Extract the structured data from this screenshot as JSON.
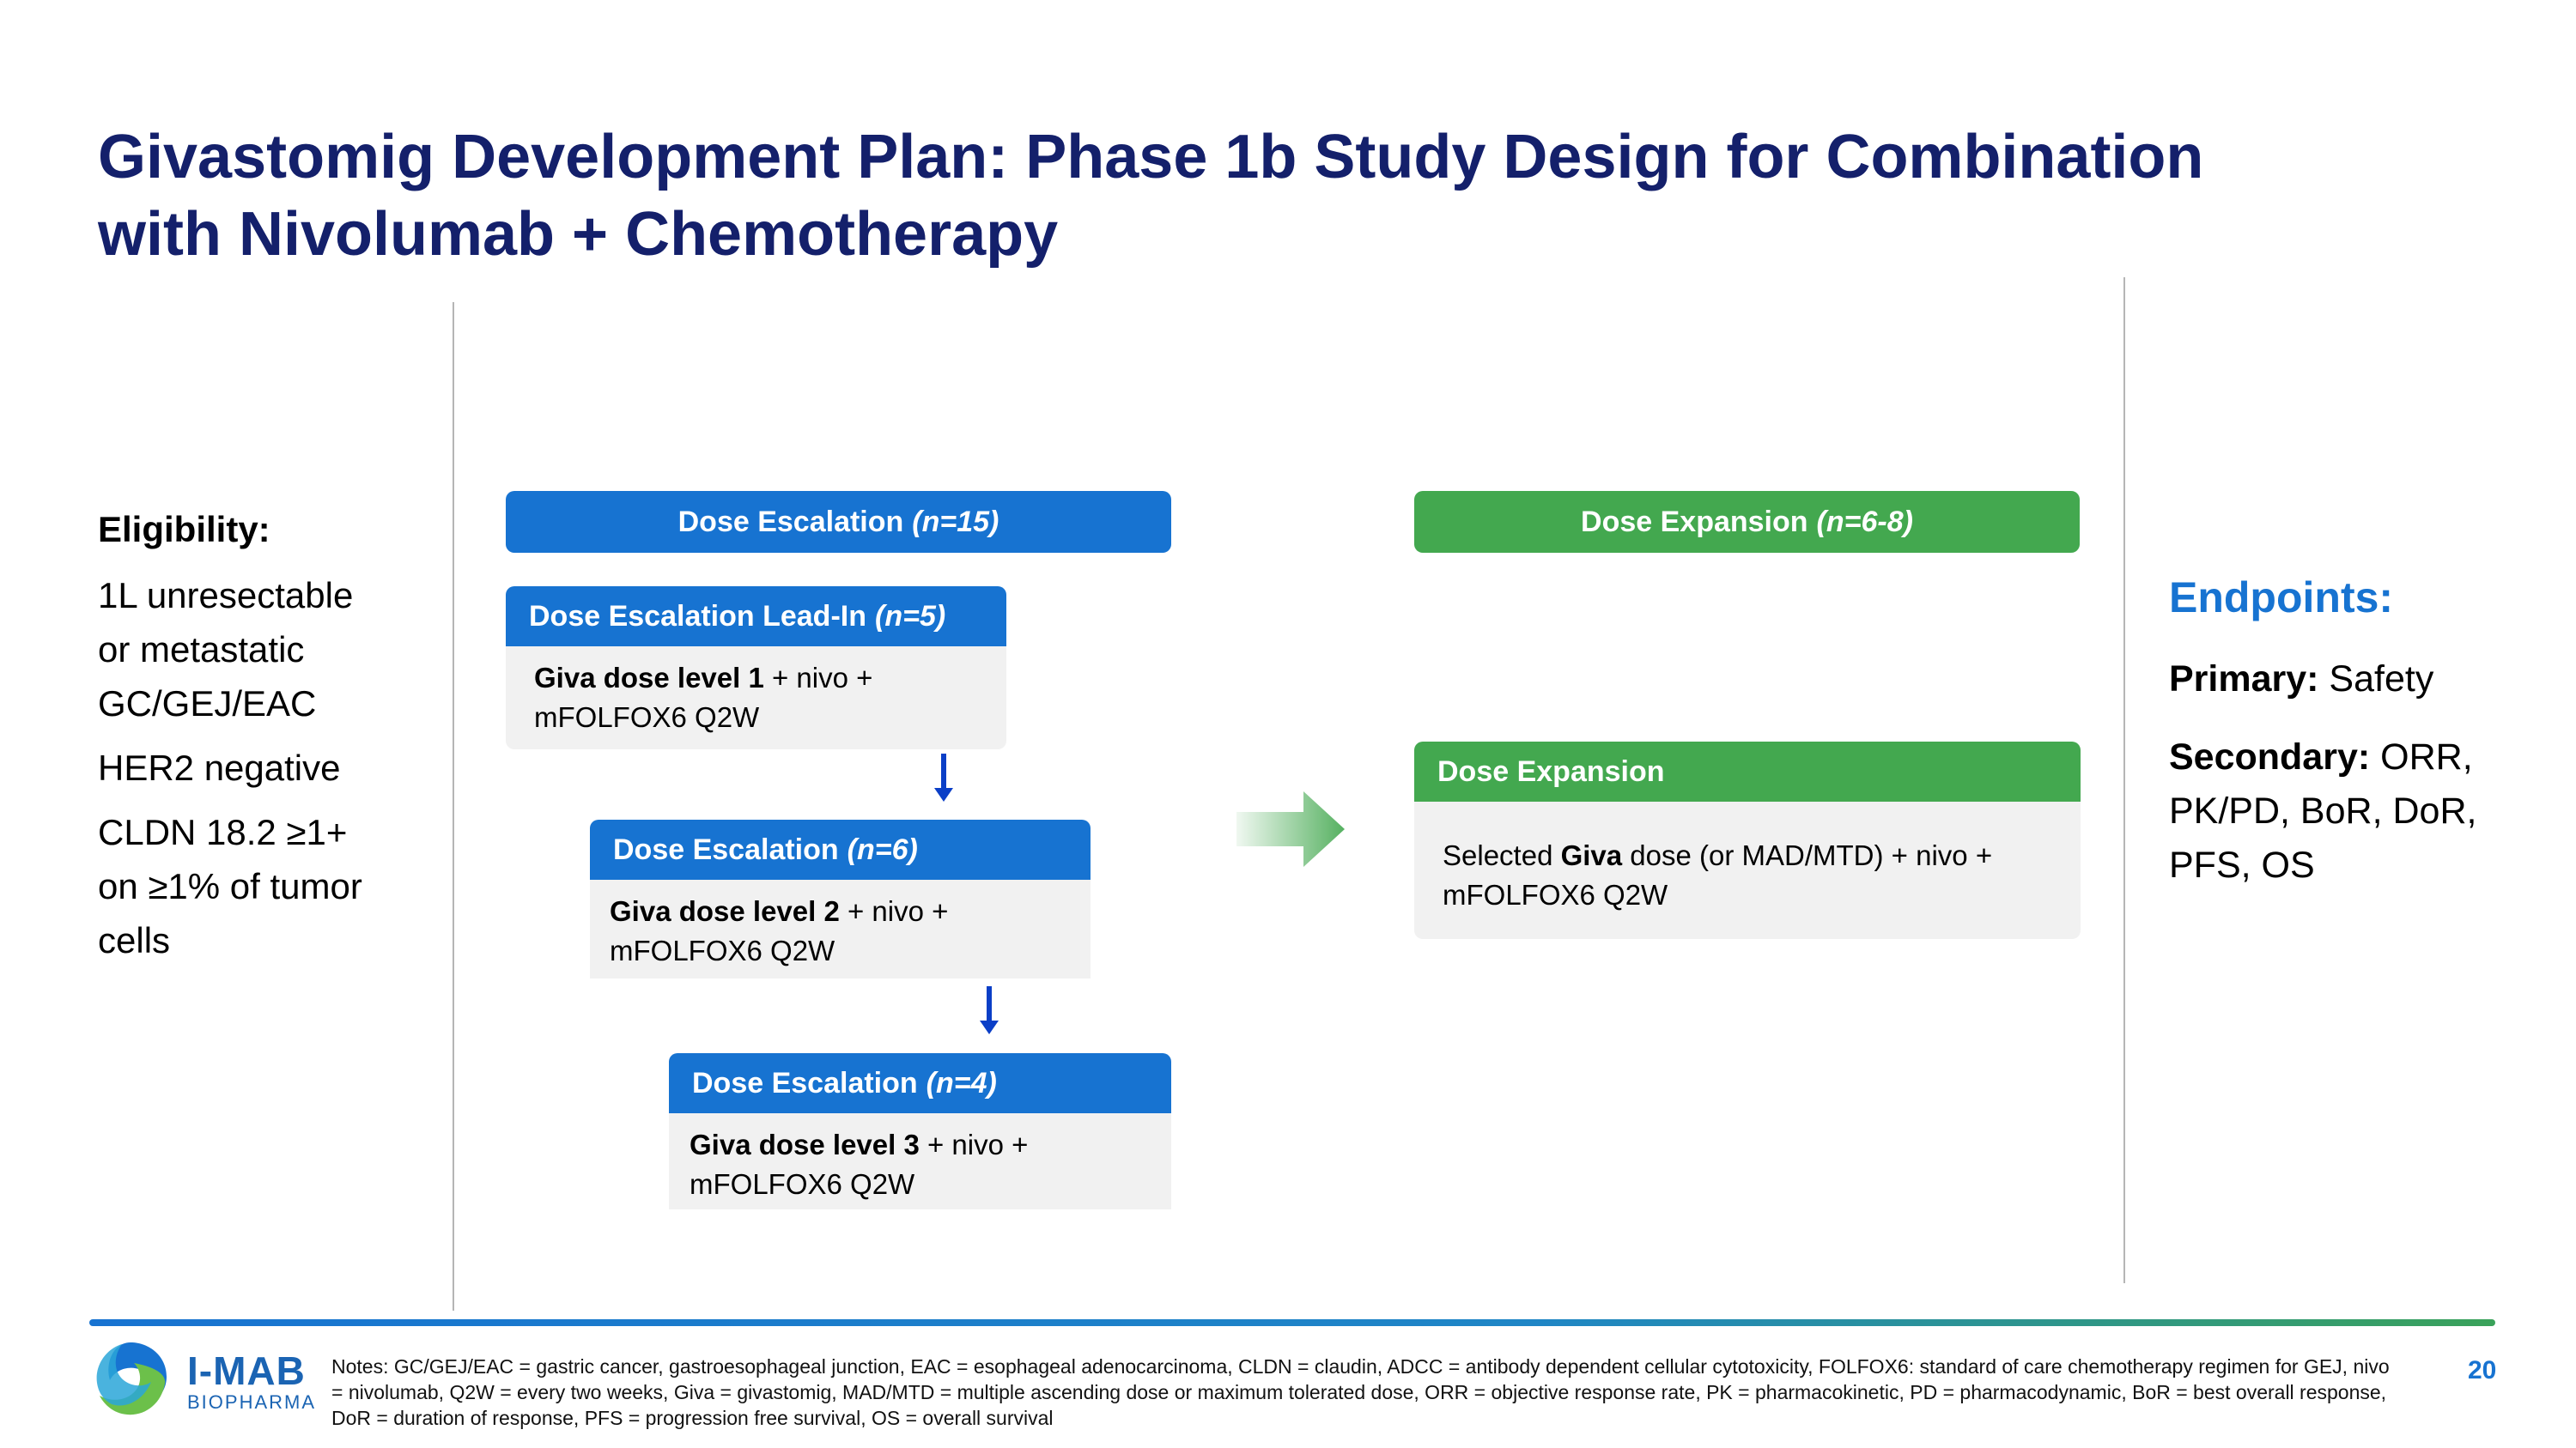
{
  "title": {
    "line1": "Givastomig Development Plan: Phase 1b Study Design for Combination",
    "line2": "with Nivolumab + Chemotherapy"
  },
  "eligibility": {
    "heading": "Eligibility:",
    "items": [
      "1L unresectable or metastatic GC/GEJ/EAC",
      "HER2 negative",
      "CLDN 18.2 ≥1+ on ≥1% of tumor cells"
    ]
  },
  "escalation_bar": {
    "label": "Dose Escalation",
    "n": "(n=15)"
  },
  "expansion_bar": {
    "label": "Dose Expansion",
    "n": "(n=6-8)"
  },
  "cards": [
    {
      "head": "Dose Escalation Lead-In",
      "n": "(n=5)",
      "bold": "Giva dose level 1",
      "rest": " + nivo +",
      "line2": "mFOLFOX6 Q2W"
    },
    {
      "head": "Dose Escalation",
      "n": "(n=6)",
      "bold": "Giva dose level 2",
      "rest": " + nivo +",
      "line2": "mFOLFOX6 Q2W"
    },
    {
      "head": "Dose Escalation",
      "n": "(n=4)",
      "bold": "Giva dose level 3",
      "rest": " + nivo +",
      "line2": "mFOLFOX6 Q2W"
    }
  ],
  "expansion_card": {
    "head": "Dose Expansion",
    "pre": "Selected ",
    "bold": "Giva",
    "rest": " dose (or MAD/MTD) + nivo +",
    "line2": "mFOLFOX6 Q2W"
  },
  "endpoints": {
    "heading": "Endpoints:",
    "primary_label": "Primary:",
    "primary_value": " Safety",
    "secondary_label": "Secondary:",
    "secondary_value": " ORR, PK/PD, BoR, DoR, PFS, OS"
  },
  "logo": {
    "name": "I-MAB",
    "sub": "BIOPHARMA"
  },
  "notes": "Notes: GC/GEJ/EAC = gastric cancer, gastroesophageal junction, EAC = esophageal adenocarcinoma, CLDN = claudin, ADCC = antibody dependent cellular cytotoxicity, FOLFOX6: standard of care chemotherapy regimen for GEJ, nivo = nivolumab, Q2W = every two weeks, Giva = givastomig, MAD/MTD = multiple ascending dose or maximum tolerated dose, ORR = objective response rate, PK = pharmacokinetic, PD = pharmacodynamic, BoR = best overall response, DoR = duration of response, PFS = progression free survival, OS = overall survival",
  "page_number": "20",
  "colors": {
    "navy": "#14206b",
    "blue": "#1773d1",
    "green": "#43a84f"
  }
}
